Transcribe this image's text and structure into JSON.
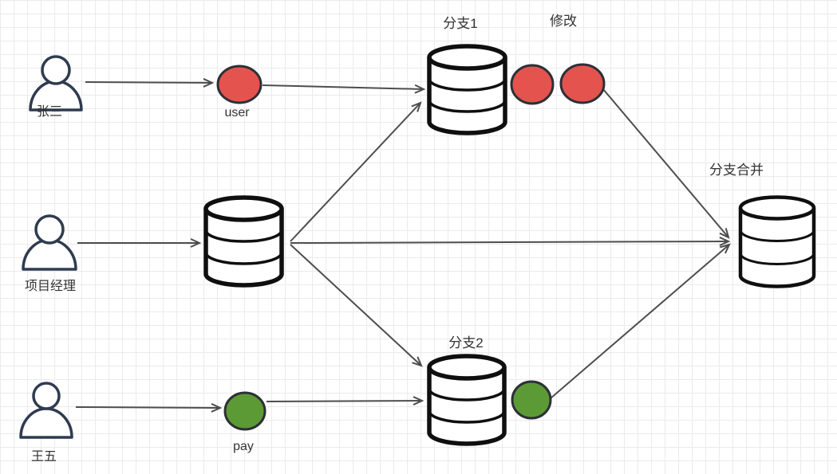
{
  "canvas": {
    "background": "#ffffff",
    "grid_color": "#ebebeb"
  },
  "colors": {
    "commit_red": "#e4534e",
    "commit_green": "#5c9a35",
    "commit_outline": "#2b3036",
    "database_stroke": "#0f0f0f",
    "person_stroke": "#2f3b4f",
    "edge": "#4d4d4d",
    "label_text": "#333333"
  },
  "nodes": {
    "actor_zhangsan": {
      "label": "张三"
    },
    "actor_manager": {
      "label": "项目经理"
    },
    "actor_wangwu": {
      "label": "王五"
    },
    "commit_user": {
      "label": "user",
      "color": "#e4534e"
    },
    "commit_pay": {
      "label": "pay",
      "color": "#5c9a35"
    },
    "db_branch1": {
      "label": "分支1"
    },
    "db_branch2": {
      "label": "分支2"
    },
    "db_merge": {
      "label": "分支合并"
    },
    "annotation_modify": {
      "label": "修改"
    }
  }
}
